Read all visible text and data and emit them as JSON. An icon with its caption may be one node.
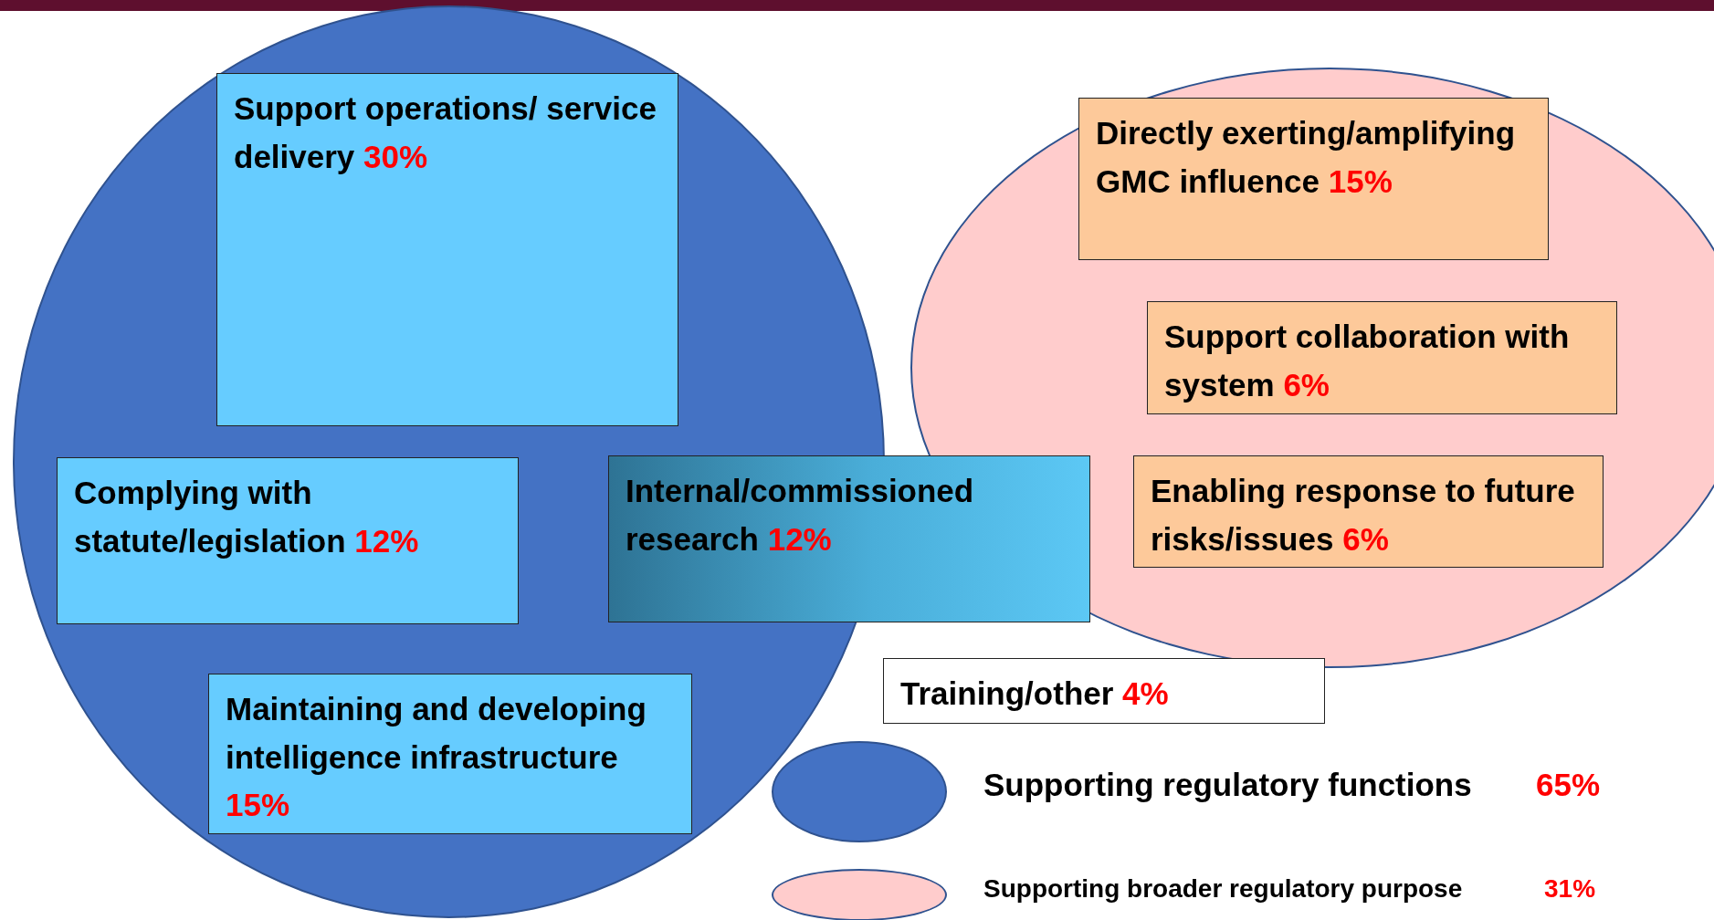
{
  "diagram": {
    "nodes": [
      {
        "text": [],
        "shape": "circle"
      },
      {
        "text": [],
        "shape": "circle"
      },
      {
        "text": [
          "Support operations/ service delivery",
          "30%"
        ],
        "in": 0
      },
      {
        "text": [
          "Complying with statute/legislation",
          "12%"
        ],
        "in": 0
      },
      {
        "text": [
          "Internal/commissioned research",
          "12%"
        ]
      },
      {
        "text": [
          "Maintaining and developing intelligence infrastructure",
          "15%"
        ],
        "in": 0
      },
      {
        "text": [
          "Directly exerting/amplifying GMC influence",
          "15%"
        ],
        "in": 1
      },
      {
        "text": [
          "Support collaboration with system",
          "6%"
        ],
        "in": 1
      },
      {
        "text": [
          "Enabling response to future risks/issues",
          "6%"
        ],
        "in": 1
      },
      {
        "text": [
          "Training/other",
          "4%"
        ]
      }
    ],
    "edges": [],
    "labels": [
      "65%",
      "31%"
    ],
    "legend": [
      {
        "text": "Supporting regulatory functions",
        "color": "#4472c4"
      },
      {
        "text": "Supporting broader regulatory purpose",
        "color": "#ffcccc"
      }
    ]
  }
}
